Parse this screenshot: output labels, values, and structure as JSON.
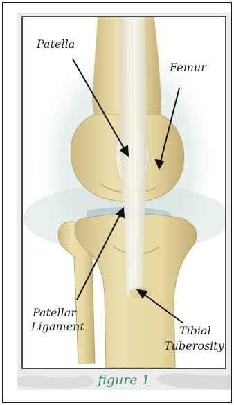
{
  "labels": {
    "patella": "Patella",
    "femur": "Femur",
    "patellar_ligament_line1": "Patellar",
    "patellar_ligament_line2": "Ligament",
    "tibial_tuberosity_line1": "Tibial",
    "tibial_tuberosity_line2": "Tuberosity"
  },
  "caption": "figure 1",
  "colors": {
    "bone": "#e9dca8",
    "bone_shadow": "#cdb980",
    "ligament": "#f4f2ea",
    "cartilage": "#b9cdd3",
    "halo": "#cfe0da",
    "caption": "#3f8a77",
    "frame": "#1a1a1a"
  }
}
